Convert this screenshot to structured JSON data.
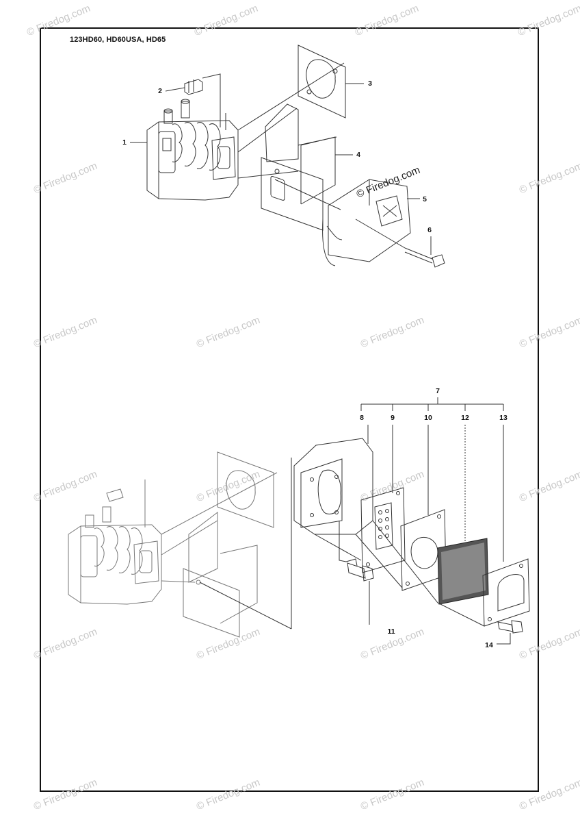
{
  "header": {
    "model_line": "123HD60, HD60USA, HD65"
  },
  "callouts": {
    "c1": "1",
    "c2": "2",
    "c3": "3",
    "c4": "4",
    "c5": "5",
    "c6": "6",
    "c7": "7",
    "c8": "8",
    "c9": "9",
    "c10": "10",
    "c11": "11",
    "c12": "12",
    "c13": "13",
    "c14": "14"
  },
  "watermark": {
    "text": "© Firedog.com"
  }
}
